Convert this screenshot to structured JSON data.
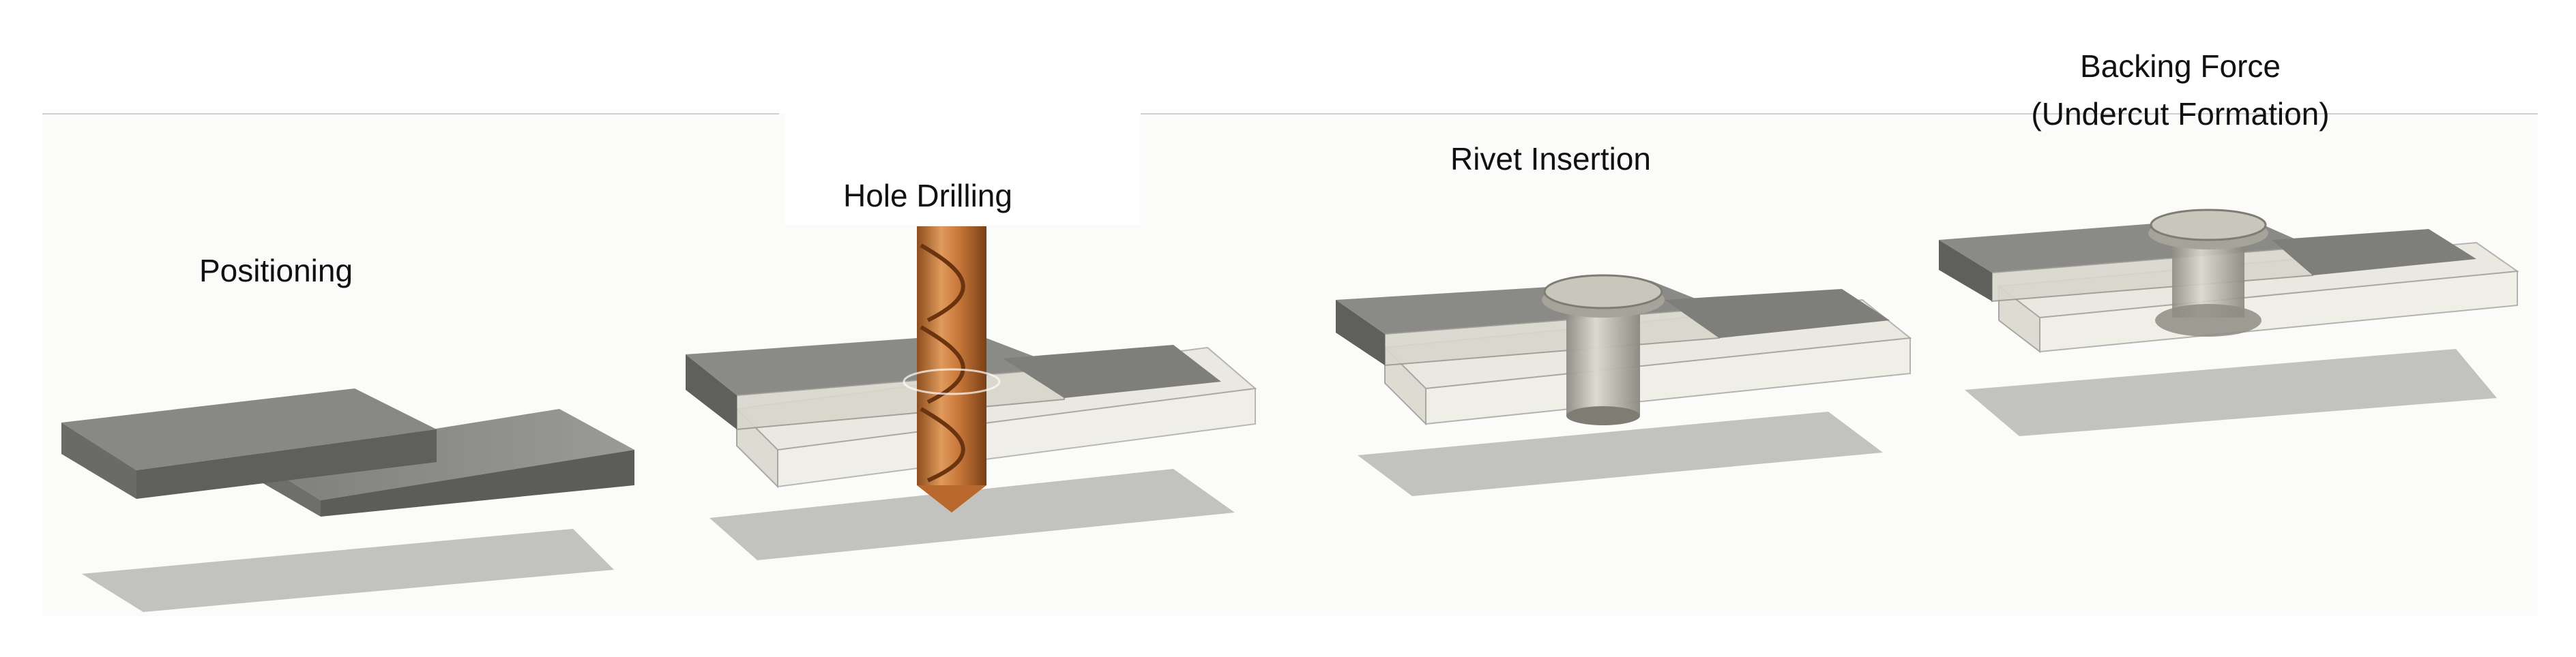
{
  "steps": [
    {
      "id": "positioning",
      "label": "Positioning"
    },
    {
      "id": "hole-drilling",
      "label": "Hole Drilling"
    },
    {
      "id": "rivet-insertion",
      "label": "Rivet Insertion"
    },
    {
      "id": "backing-force",
      "label_line1": "Backing Force",
      "label_line2": "(Undercut Formation)"
    }
  ],
  "colors": {
    "plate_top": "#8a8a86",
    "plate_side": "#6e6e6a",
    "plate_front": "#5a5a56",
    "transparent_plate": "#e9e6dc",
    "shadow": "#b7b8b4",
    "drill": "#c8783a",
    "rivet": "#b9b6ad"
  }
}
